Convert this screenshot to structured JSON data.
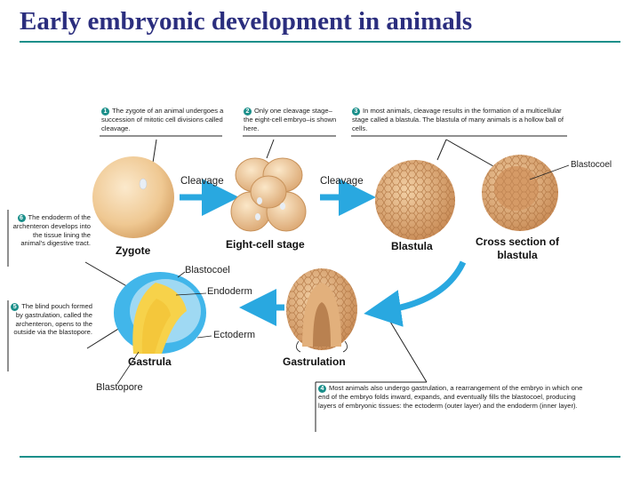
{
  "title": "Early embryonic development in animals",
  "steps": [
    {
      "num": "1",
      "text": "The zygote of an animal undergoes a succession of mitotic cell divisions called cleavage."
    },
    {
      "num": "2",
      "text": "Only one cleavage stage–the eight-cell embryo–is shown here."
    },
    {
      "num": "3",
      "text": "In most animals, cleavage results in the formation of a multicellular stage called a blastula. The blastula of many animals is a hollow ball of cells."
    },
    {
      "num": "4",
      "text": "Most animals also undergo gastrulation, a rearrangement of the embryo in which one end of the embryo folds inward, expands, and eventually fills the blastocoel, producing layers of embryonic tissues: the ectoderm (outer layer) and the endoderm (inner layer)."
    },
    {
      "num": "5",
      "text": "The blind pouch formed by gastrulation, called the archenteron, opens to the outside via the blastopore."
    },
    {
      "num": "6",
      "text": "The endoderm of the archenteron develops into the tissue lining the animal's digestive tract."
    }
  ],
  "stages": {
    "zygote": "Zygote",
    "eight_cell": "Eight-cell stage",
    "blastula": "Blastula",
    "cross_section": "Cross section of blastula",
    "gastrulation": "Gastrulation",
    "gastrula": "Gastrula"
  },
  "arrows": {
    "cleavage_1": "Cleavage",
    "cleavage_2": "Cleavage"
  },
  "parts": {
    "blastocoel_top": "Blastocoel",
    "blastocoel": "Blastocoel",
    "endoderm": "Endoderm",
    "ectoderm": "Ectoderm",
    "blastopore": "Blastopore"
  },
  "colors": {
    "title": "#2b2e7e",
    "rule": "#1b8f8a",
    "arrow": "#29a8e0",
    "ectoderm": "#41b6ea",
    "endoderm": "#f7d24a"
  }
}
